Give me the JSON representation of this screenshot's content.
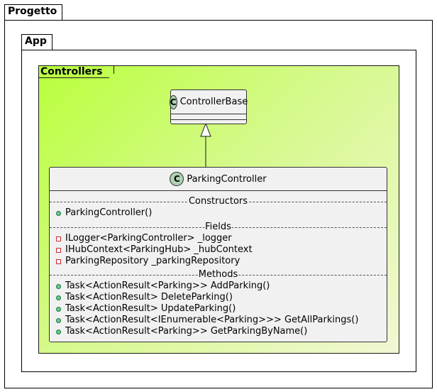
{
  "packages": {
    "outer": {
      "name": "Progetto"
    },
    "inner": {
      "name": "App"
    }
  },
  "frame": {
    "name": "Controllers"
  },
  "base_class": {
    "name": "ControllerBase",
    "stereotype_icon": "C"
  },
  "main_class": {
    "name": "ParkingController",
    "stereotype_icon": "C",
    "sections": {
      "constructors": "Constructors",
      "fields": "Fields",
      "methods": "Methods"
    },
    "constructors": [
      {
        "visibility": "public",
        "text": "ParkingController()"
      }
    ],
    "fields": [
      {
        "visibility": "private",
        "text": "ILogger<ParkingController> _logger"
      },
      {
        "visibility": "private",
        "text": "IHubContext<ParkingHub> _hubContext"
      },
      {
        "visibility": "private",
        "text": "ParkingRepository _parkingRepository"
      }
    ],
    "methods": [
      {
        "visibility": "public",
        "text": "Task<ActionResult<Parking>> AddParking()"
      },
      {
        "visibility": "public",
        "text": "Task<ActionResult> DeleteParking()"
      },
      {
        "visibility": "public",
        "text": "Task<ActionResult> UpdateParking()"
      },
      {
        "visibility": "public",
        "text": "Task<ActionResult<IEnumerable<Parking>>> GetAllParkings()"
      },
      {
        "visibility": "public",
        "text": "Task<ActionResult<Parking>> GetParkingByName()"
      }
    ]
  },
  "relationships": [
    {
      "type": "inheritance",
      "from": "ParkingController",
      "to": "ControllerBase"
    }
  ],
  "colors": {
    "frame_gradient_start": "#b9ff3c",
    "frame_gradient_end": "#f1f7d4",
    "class_background": "#f1f1f1",
    "class_icon": "#add1b2",
    "public_marker": "#84be84",
    "private_marker": "#c82930"
  }
}
